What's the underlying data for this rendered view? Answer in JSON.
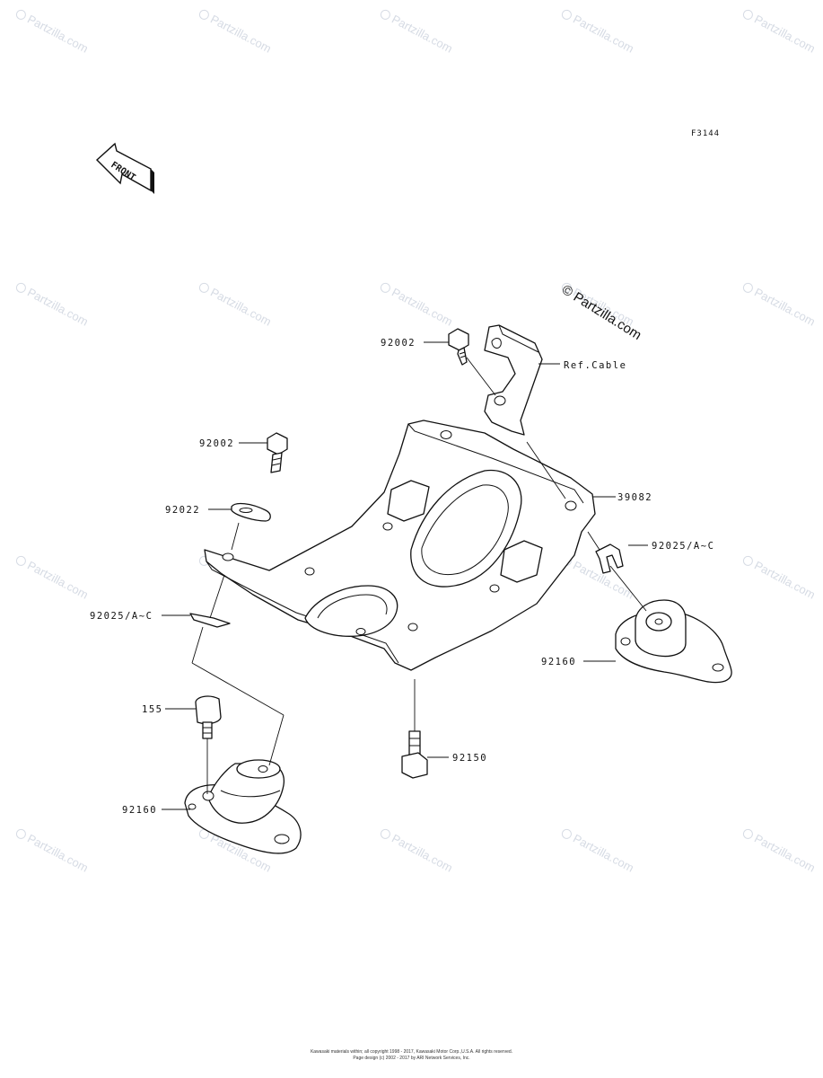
{
  "figure_id": "F3144",
  "front_arrow": {
    "label": "FRONT"
  },
  "watermark": {
    "tile_text": "Partzilla.com",
    "copyright_logo_text": "© Partzilla.com"
  },
  "callouts": [
    {
      "id": "c1",
      "label": "92002",
      "part": "bolt-top"
    },
    {
      "id": "c2",
      "label": "Ref.Cable",
      "part": "cable-bracket"
    },
    {
      "id": "c3",
      "label": "92002",
      "part": "bolt-left"
    },
    {
      "id": "c4",
      "label": "39082",
      "part": "engine-plate"
    },
    {
      "id": "c5",
      "label": "92022",
      "part": "washer"
    },
    {
      "id": "c6",
      "label": "92025/A~C",
      "part": "shim-right"
    },
    {
      "id": "c7",
      "label": "92025/A~C",
      "part": "shim-left"
    },
    {
      "id": "c8",
      "label": "92160",
      "part": "mount-right"
    },
    {
      "id": "c9",
      "label": "155",
      "part": "nut-left"
    },
    {
      "id": "c10",
      "label": "92150",
      "part": "stud-center"
    },
    {
      "id": "c11",
      "label": "92160",
      "part": "mount-left"
    }
  ],
  "footer": {
    "line1": "Kawasaki materials within; all copyright 1998 - 2017, Kawasaki Motor Corp.,U.S.A. All rights reserved.",
    "line2": "Page design (c) 2002 - 2017 by ARI Network Services, Inc."
  }
}
